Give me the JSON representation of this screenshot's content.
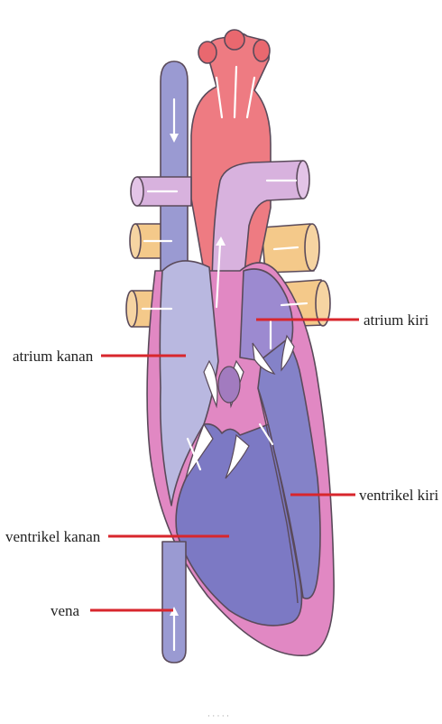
{
  "labels": {
    "atrium_kiri": "atrium kiri",
    "atrium_kanan": "atrium kanan",
    "ventrikel_kiri": "ventrikel kiri",
    "ventrikel_kanan": "ventrikel kanan",
    "vena": "vena"
  },
  "caption": "· · ·  · ·",
  "colors": {
    "leader": "#d8262c",
    "aorta": "#ee7b82",
    "vena_cava": "#9a9ad2",
    "pulmonary_artery": "#d8b2de",
    "pulmonary_veins": "#f4c98a",
    "heart_wall": "#e188c3",
    "right_side": "#b9b8e0",
    "left_ventricle": "#8482c8",
    "right_ventricle": "#7c79c4"
  }
}
